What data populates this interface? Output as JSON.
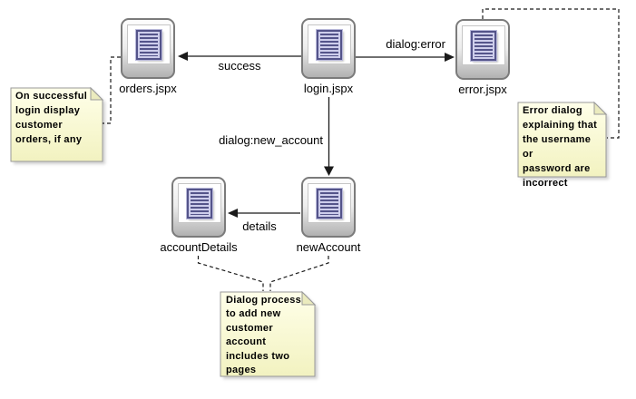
{
  "diagram": {
    "nodes": [
      {
        "id": "orders",
        "label": "orders.jspx"
      },
      {
        "id": "login",
        "label": "login.jspx"
      },
      {
        "id": "error",
        "label": "error.jspx"
      },
      {
        "id": "accountDetails",
        "label": "accountDetails"
      },
      {
        "id": "newAccount",
        "label": "newAccount"
      }
    ],
    "edges": [
      {
        "id": "success",
        "label": "success",
        "from": "login.jspx",
        "to": "orders.jspx"
      },
      {
        "id": "dialog-error",
        "label": "dialog:error",
        "from": "login.jspx",
        "to": "error.jspx"
      },
      {
        "id": "dialog-new-account",
        "label": "dialog:new_account",
        "from": "login.jspx",
        "to": "newAccount"
      },
      {
        "id": "details",
        "label": "details",
        "from": "newAccount",
        "to": "accountDetails"
      }
    ],
    "notes": [
      {
        "id": "note-orders",
        "attached_to": "orders.jspx",
        "text": "On successful\nlogin display\ncustomer\norders, if any"
      },
      {
        "id": "note-error",
        "attached_to": "error.jspx",
        "text": "Error dialog\nexplaining that\nthe username or\npassword are\nincorrect"
      },
      {
        "id": "note-dialog",
        "attached_to": "newAccount, accountDetails",
        "text": "Dialog process\nto add new\ncustomer\naccount\nincludes two\npages"
      }
    ],
    "colors": {
      "background": "#ffffff",
      "note_fill_top": "#ffffe9",
      "note_fill_bottom": "#f2f2c0",
      "note_border": "#999999",
      "doc_icon_ink": "#54548a",
      "doc_icon_paper": "#cdcdeb",
      "connector": "#1a1a1a"
    }
  }
}
